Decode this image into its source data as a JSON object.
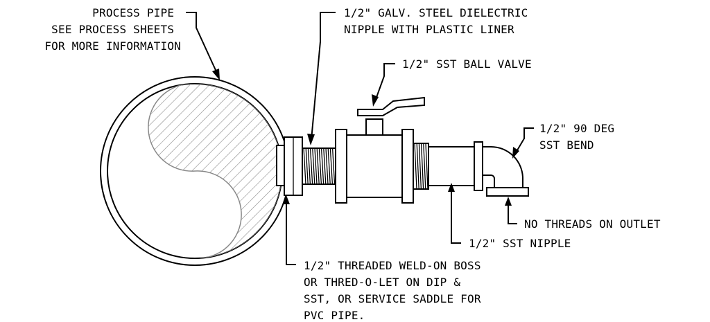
{
  "labels": {
    "process_pipe": [
      "PROCESS PIPE",
      "SEE PROCESS SHEETS",
      "FOR MORE INFORMATION"
    ],
    "dielectric_nipple": [
      "1/2\" GALV. STEEL DIELECTRIC",
      "NIPPLE WITH PLASTIC LINER"
    ],
    "ball_valve": [
      "1/2\" SST BALL VALVE"
    ],
    "bend": [
      "1/2\" 90 DEG",
      "SST BEND"
    ],
    "outlet": [
      "NO THREADS ON OUTLET"
    ],
    "sst_nipple": [
      "1/2\" SST NIPPLE"
    ],
    "weld_boss": [
      "1/2\" THREADED WELD-ON BOSS",
      "OR THRED-O-LET ON DIP &",
      "SST, OR SERVICE SADDLE FOR",
      "PVC PIPE."
    ]
  }
}
